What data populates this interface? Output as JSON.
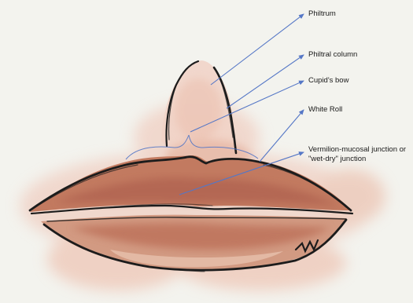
{
  "labels": {
    "philtrum": "Philtrum",
    "philtral_column": "Philtral column",
    "cupids_bow": "Cupid's bow",
    "white_roll": "White Roll",
    "vermilion_line1": "Vermilion-mucosal junction or",
    "vermilion_line2": "\"wet-dry\" junction"
  },
  "colors": {
    "background": "#f3f3ee",
    "skin_light": "#f0cfc2",
    "skin_mid": "#e3a892",
    "lip_red": "#b86a4f",
    "lip_dark": "#9e5540",
    "outline": "#1c1c1c",
    "arrow": "#5577c6"
  }
}
